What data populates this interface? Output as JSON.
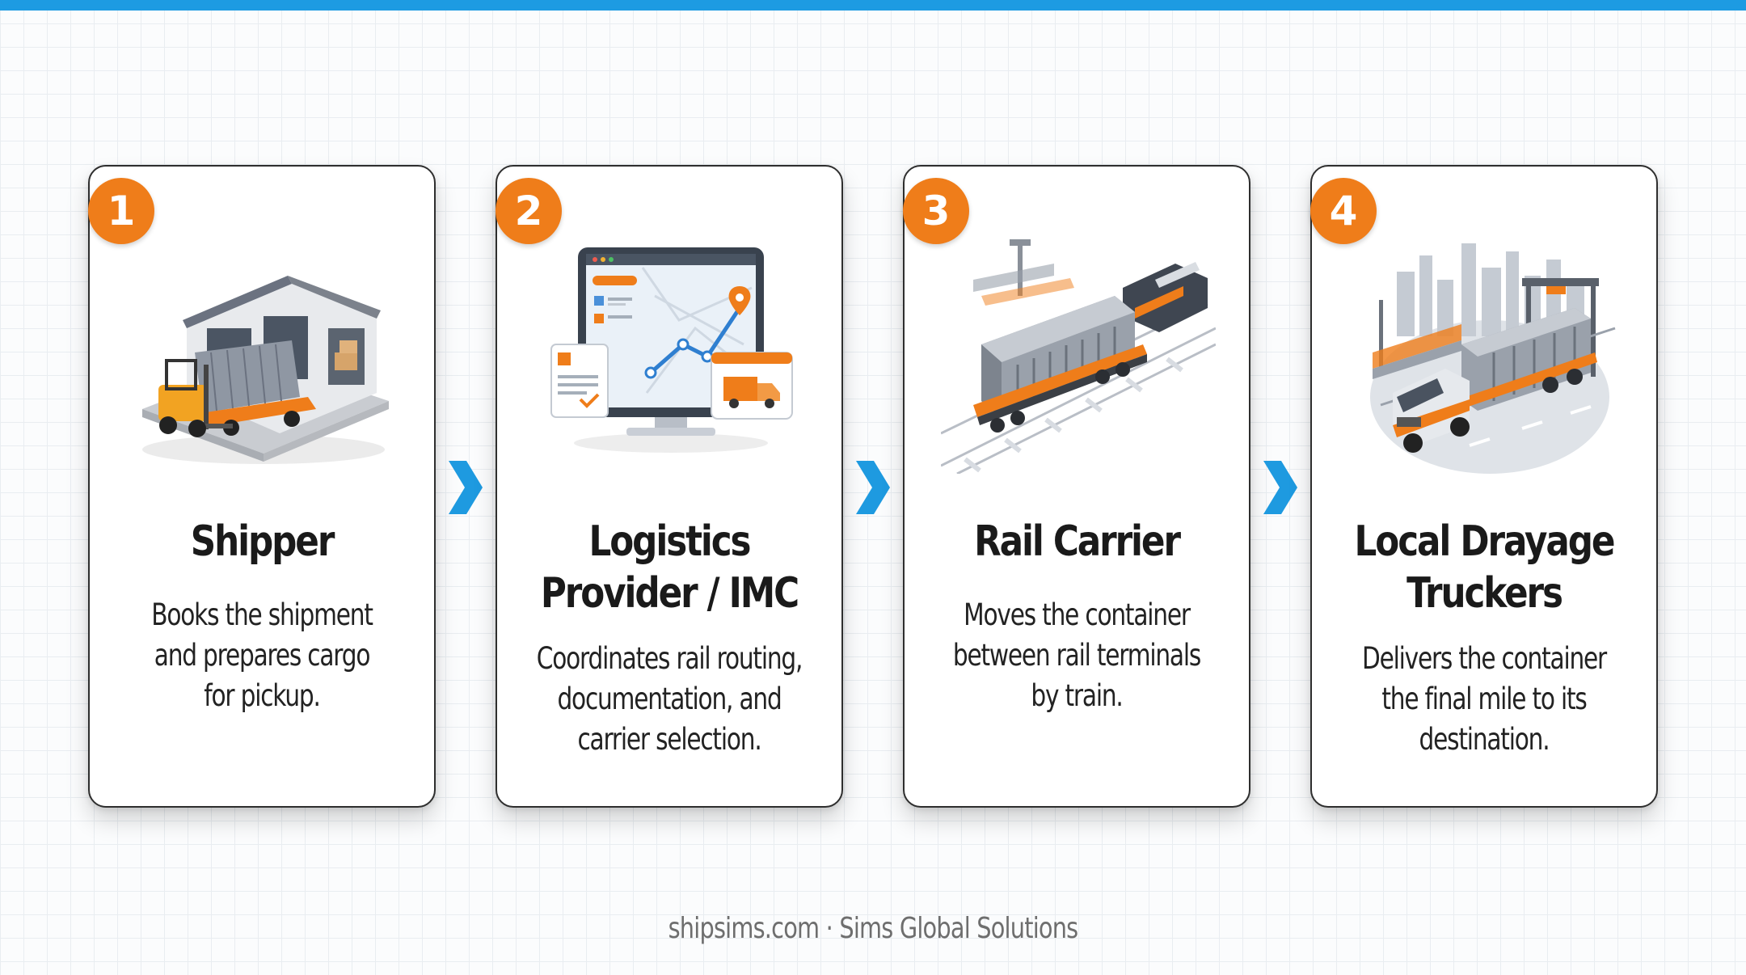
{
  "steps": [
    {
      "number": "1",
      "title_lines": [
        "Shipper"
      ],
      "description_lines": [
        "Books the shipment",
        "and prepares cargo",
        "for pickup."
      ],
      "icon": "warehouse-forklift-icon"
    },
    {
      "number": "2",
      "title_lines": [
        "Logistics",
        "Provider / IMC"
      ],
      "description_lines": [
        "Coordinates rail routing,",
        "documentation, and",
        "carrier selection."
      ],
      "icon": "computer-route-map-icon"
    },
    {
      "number": "3",
      "title_lines": [
        "Rail Carrier"
      ],
      "description_lines": [
        "Moves the container",
        "between rail terminals",
        "by train."
      ],
      "icon": "freight-train-icon"
    },
    {
      "number": "4",
      "title_lines": [
        "Local Drayage",
        "Truckers"
      ],
      "description_lines": [
        "Delivers the container",
        "the final mile to its",
        "destination."
      ],
      "icon": "container-truck-city-icon"
    }
  ],
  "footer": "shipsims.com · Sims Global Solutions",
  "colors": {
    "accent_bar": "#1d9be2",
    "badge": "#ef7d1a",
    "arrow": "#1e9ae0",
    "card_border": "#2e2e2e",
    "text": "#1a1a1a",
    "footer_text": "#6e6e6e"
  }
}
